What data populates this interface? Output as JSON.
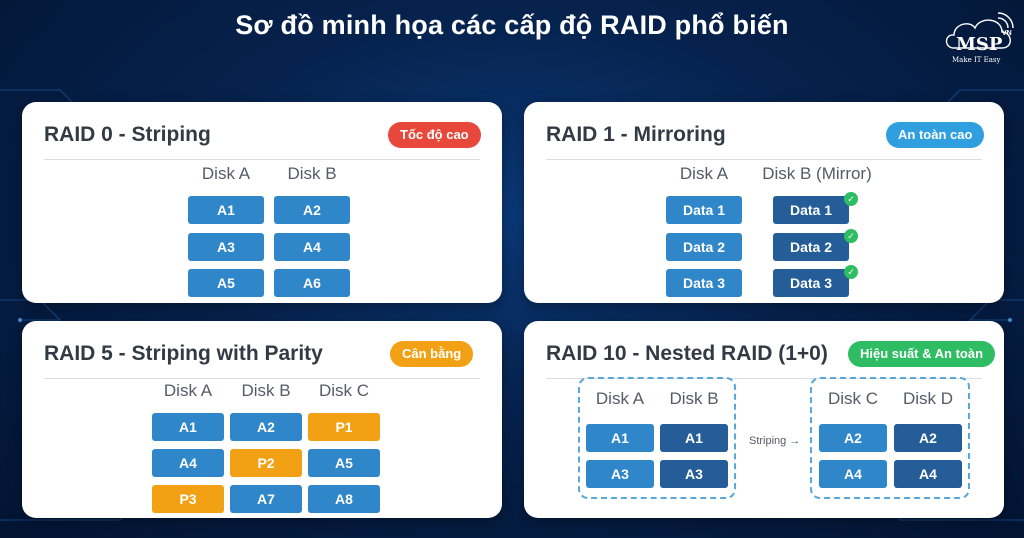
{
  "title": "Sơ đồ minh họa các cấp độ RAID phổ biến",
  "logo": {
    "text": "MSP",
    "sup": "VN",
    "tagline": "Make IT Easy"
  },
  "raid0": {
    "title": "RAID 0 - Striping",
    "badge": "Tốc độ cao",
    "columns": [
      "Disk A",
      "Disk B"
    ],
    "rows": [
      [
        "A1",
        "A2"
      ],
      [
        "A3",
        "A4"
      ],
      [
        "A5",
        "A6"
      ]
    ]
  },
  "raid1": {
    "title": "RAID 1 - Mirroring",
    "badge": "An toàn cao",
    "columns": [
      "Disk A",
      "Disk B (Mirror)"
    ],
    "rows": [
      [
        "Data 1",
        "Data 1"
      ],
      [
        "Data 2",
        "Data 2"
      ],
      [
        "Data 3",
        "Data 3"
      ]
    ],
    "check": "✓"
  },
  "raid5": {
    "title": "RAID 5 - Striping with Parity",
    "badge": "Cân bằng",
    "columns": [
      "Disk A",
      "Disk B",
      "Disk C"
    ],
    "rows": [
      [
        "A1",
        "A2",
        "P1"
      ],
      [
        "A4",
        "P2",
        "A5"
      ],
      [
        "P3",
        "A7",
        "A8"
      ]
    ]
  },
  "raid10": {
    "title": "RAID 10 - Nested RAID (1+0)",
    "badge": "Hiệu suất & An toàn",
    "group1": {
      "columns": [
        "Disk A",
        "Disk B"
      ],
      "rows": [
        [
          "A1",
          "A1"
        ],
        [
          "A3",
          "A3"
        ]
      ]
    },
    "group2": {
      "columns": [
        "Disk C",
        "Disk D"
      ],
      "rows": [
        [
          "A2",
          "A2"
        ],
        [
          "A4",
          "A4"
        ]
      ]
    },
    "striping_label": "Striping →"
  },
  "colors": {
    "badge_red": "#e8483c",
    "badge_blue": "#2f9fe0",
    "badge_orange": "#f2a114",
    "badge_green": "#2fbd63",
    "cell_blue": "#2f86c9",
    "cell_dark_blue": "#245d97",
    "cell_orange": "#f2a114"
  }
}
